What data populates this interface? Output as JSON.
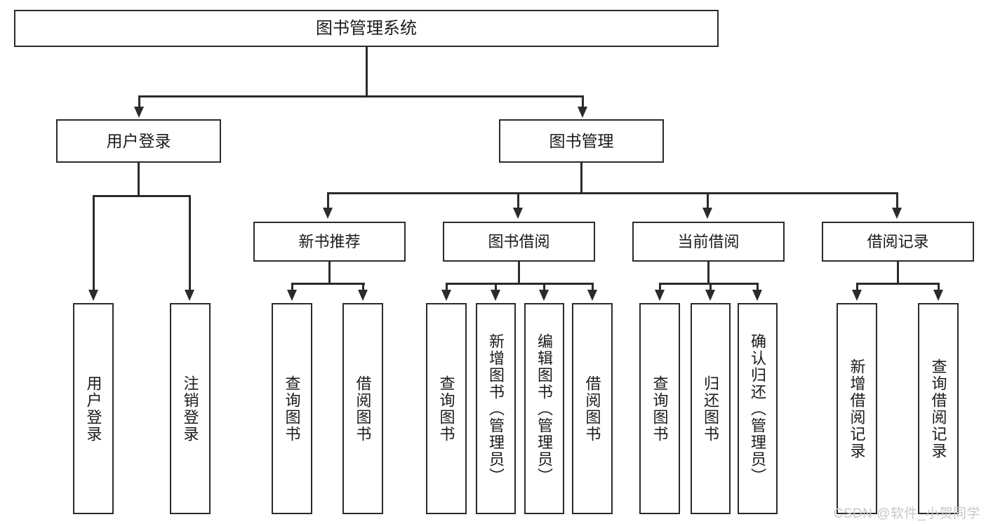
{
  "diagram": {
    "title": "图书管理系统",
    "type": "functional-structure-tree",
    "root": {
      "id": "root",
      "label": "图书管理系统"
    },
    "level2": [
      {
        "id": "user-login",
        "label": "用户登录"
      },
      {
        "id": "book-management",
        "label": "图书管理"
      }
    ],
    "level3": [
      {
        "id": "new-book-recommend",
        "label": "新书推荐",
        "parent": "book-management"
      },
      {
        "id": "book-borrow",
        "label": "图书借阅",
        "parent": "book-management"
      },
      {
        "id": "current-borrow",
        "label": "当前借阅",
        "parent": "book-management"
      },
      {
        "id": "borrow-record",
        "label": "借阅记录",
        "parent": "book-management"
      }
    ],
    "leaves": {
      "user-login": [
        {
          "id": "leaf-user-login",
          "label": "用户登录"
        },
        {
          "id": "leaf-user-logout",
          "label": "注销登录"
        }
      ],
      "new-book-recommend": [
        {
          "id": "leaf-query-book-1",
          "label": "查询图书"
        },
        {
          "id": "leaf-borrow-book-1",
          "label": "借阅图书"
        }
      ],
      "book-borrow": [
        {
          "id": "leaf-query-book-2",
          "label": "查询图书"
        },
        {
          "id": "leaf-add-book",
          "label": "新增图书（管理员）"
        },
        {
          "id": "leaf-edit-book",
          "label": "编辑图书（管理员）"
        },
        {
          "id": "leaf-borrow-book-2",
          "label": "借阅图书"
        }
      ],
      "current-borrow": [
        {
          "id": "leaf-query-book-3",
          "label": "查询图书"
        },
        {
          "id": "leaf-return-book",
          "label": "归还图书"
        },
        {
          "id": "leaf-confirm-return",
          "label": "确认归还（管理员）"
        }
      ],
      "borrow-record": [
        {
          "id": "leaf-add-record",
          "label": "新增借阅记录"
        },
        {
          "id": "leaf-query-record",
          "label": "查询借阅记录"
        }
      ]
    }
  },
  "watermark": {
    "text": "CSDN @软件_小贺同学"
  },
  "colors": {
    "stroke": "#2b2b2b",
    "text": "#1b1b1b",
    "background": "#ffffff",
    "watermark": "#c8c8c8"
  }
}
